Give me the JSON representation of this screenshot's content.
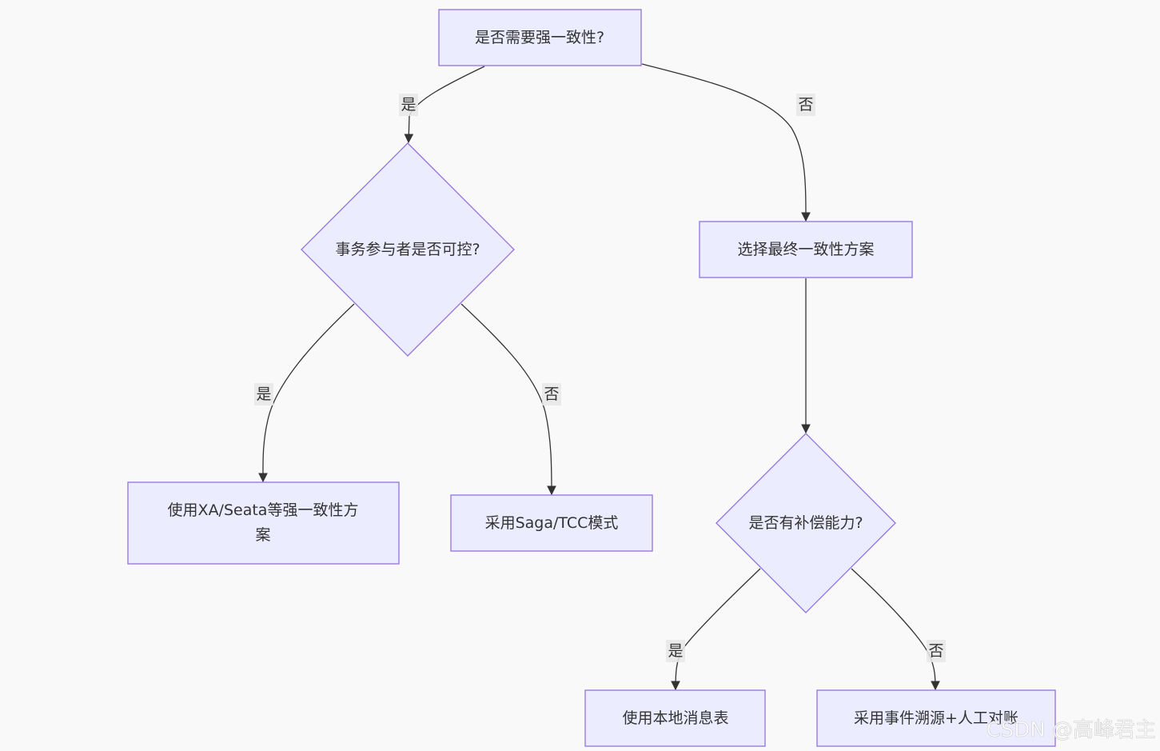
{
  "diagram": {
    "nodes": {
      "q_strong": {
        "text": "是否需要强一致性?"
      },
      "q_controllable": {
        "text": "事务参与者是否可控?"
      },
      "final_choice": {
        "text": "选择最终一致性方案"
      },
      "use_xa": {
        "lines": [
          "使用XA/Seata等强一致性方",
          "案"
        ]
      },
      "use_saga": {
        "text": "采用Saga/TCC模式"
      },
      "q_compensate": {
        "text": "是否有补偿能力?"
      },
      "use_local": {
        "text": "使用本地消息表"
      },
      "use_event": {
        "text": "采用事件溯源+人工对账"
      }
    },
    "edge_labels": {
      "strong_yes": "是",
      "strong_no": "否",
      "controllable_yes": "是",
      "controllable_no": "否",
      "compensate_yes": "是",
      "compensate_no": "否"
    }
  },
  "watermark": {
    "text": "CSDN @高峰君主"
  },
  "colors": {
    "node_fill": "#ececff",
    "node_stroke": "#9370db",
    "edge": "#333333",
    "label_bg": "#e8e8e8",
    "background": "#f9f9f9"
  }
}
